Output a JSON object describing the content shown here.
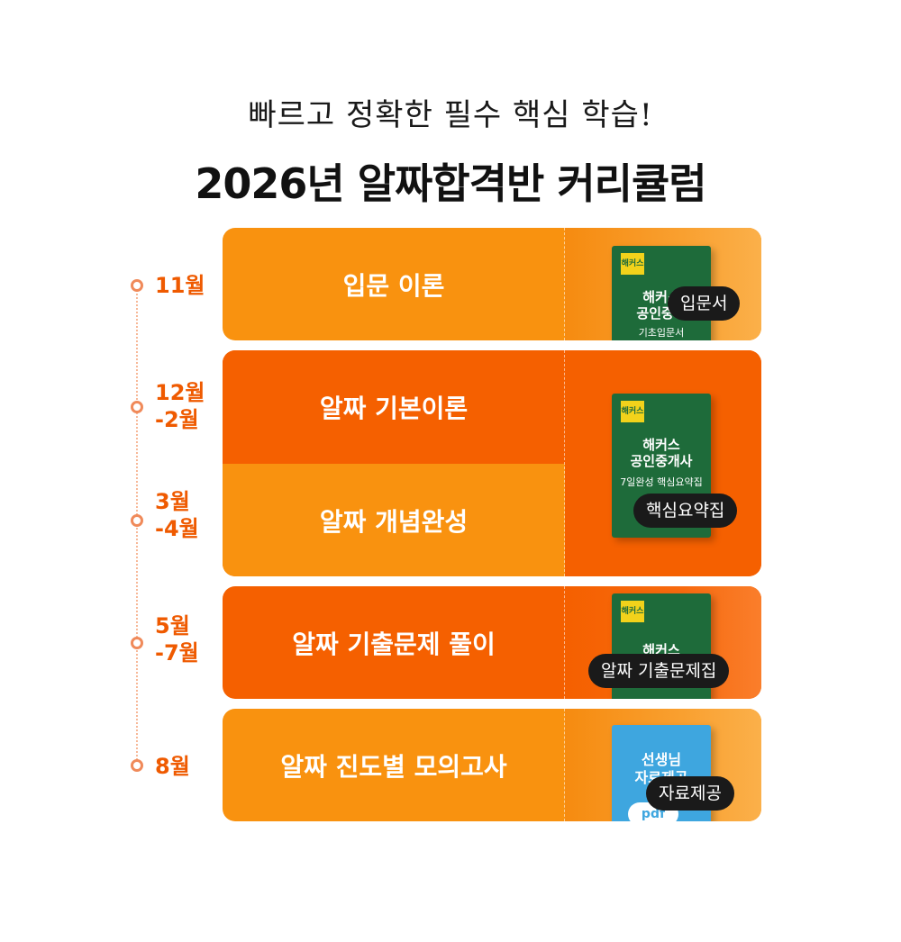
{
  "header": {
    "subtitle_before": "빠르고 정확한 필수 ",
    "subtitle_highlight": "핵심 학습!",
    "title": "2026년 알짜합격반 커리큘럼"
  },
  "timeline": [
    {
      "month": "11월"
    },
    {
      "month": "12월\n-2월"
    },
    {
      "month": "3월\n-4월"
    },
    {
      "month": "5월\n-7월"
    },
    {
      "month": "8월"
    }
  ],
  "courses": [
    {
      "label": "입문 이론",
      "tag": "입문서"
    },
    {
      "label": "알짜 기본이론"
    },
    {
      "label": "알짜 개념완성",
      "tag": "핵심요약집"
    },
    {
      "label": "알짜 기출문제 풀이",
      "tag": "알짜 기출문제집"
    },
    {
      "label": "알짜 진도별 모의고사",
      "tag": "자료제공"
    }
  ],
  "books": {
    "b1_line1": "해커스",
    "b1_line2": "공인중개",
    "b1_line3": "기초입문서",
    "b2_line1": "해커스",
    "b2_line2": "공인중개사",
    "b2_line3": "7일완성 핵심요약집",
    "b3_line1": "해커스",
    "b4_line1": "선생님",
    "b4_line2": "자료제공",
    "b4_pdf": "pdf",
    "logo": "해커스"
  },
  "colors": {
    "orange_light": "#f9920f",
    "orange_dark": "#f56000",
    "month_text": "#ef5a00"
  }
}
